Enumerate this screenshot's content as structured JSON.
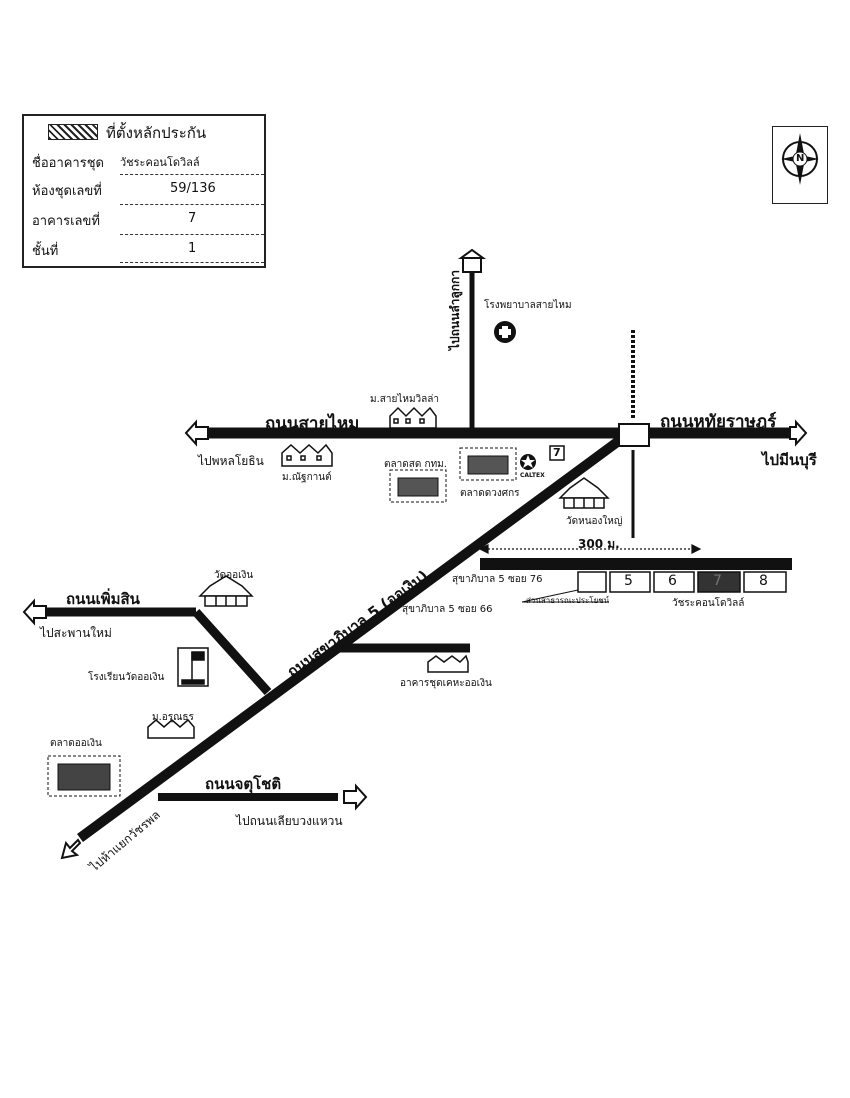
{
  "legend": {
    "title": "ที่ตั้งหลักประกัน",
    "rows": [
      {
        "label": "ชื่ออาคารชุด",
        "value": "วัชระคอนโดวิลล์"
      },
      {
        "label": "ห้องชุดเลขที่",
        "value": "59/136"
      },
      {
        "label": "อาคารเลขที่",
        "value": "7"
      },
      {
        "label": "ชั้นที่",
        "value": "1"
      }
    ]
  },
  "compass": {
    "north": "N"
  },
  "roads": {
    "sai_mai": "ถนนสายไหม",
    "hathai_rat": "ถนนหทัยราษฎร์",
    "sukhaphiban5": "ถนนสุขาภิบาล 5 (ออเงิน)",
    "phoem_sin": "ถนนเพิ่มสิน",
    "chatuchot": "ถนนจตุโชติ",
    "lam_luk_ka": "ไปถนนลำลูกกา",
    "soi76": "สุขาภิบาล 5  ซอย 76",
    "soi66": "สุขาภิบาล 5  ซอย 66"
  },
  "directions": {
    "phahon": "ไปพหลโยธิน",
    "min_buri": "ไปมีนบุรี",
    "saphan_mai": "ไปสะพานใหม่",
    "kaset_ring": "ไปถนนเลียบวงแหวน",
    "watcharaphon": "ไปห้าแยกวัชรพล"
  },
  "places": {
    "hospital": "โรงพยาบาลสายไหม",
    "sai_mai_villa": "ม.สายไหมวิลล่า",
    "nanthakan": "ม.ณัฐกานต์",
    "bma_market": "ตลาดสด กทม.",
    "duangsakorn_market": "ตลาดดวงศกร",
    "caltex": "CALTEX",
    "seven": "7",
    "wat_nong_yai": "วัดหนองใหญ่",
    "wat_o_ngoen": "วัดออเงิน",
    "school": "โรงเรียนวัดออเงิน",
    "oranthon": "ม.อรุณธร",
    "o_ngoen_market": "ตลาดออเงิน",
    "condo_keha": "อาคารชุดเคหะออเงิน",
    "watchara_condo": "วัชระคอนโดวิลล์",
    "public_area": "ส่วนสาธารณะประโยชน์"
  },
  "distance": "300 ม.",
  "buildings": [
    "5",
    "6",
    "7",
    "8"
  ]
}
